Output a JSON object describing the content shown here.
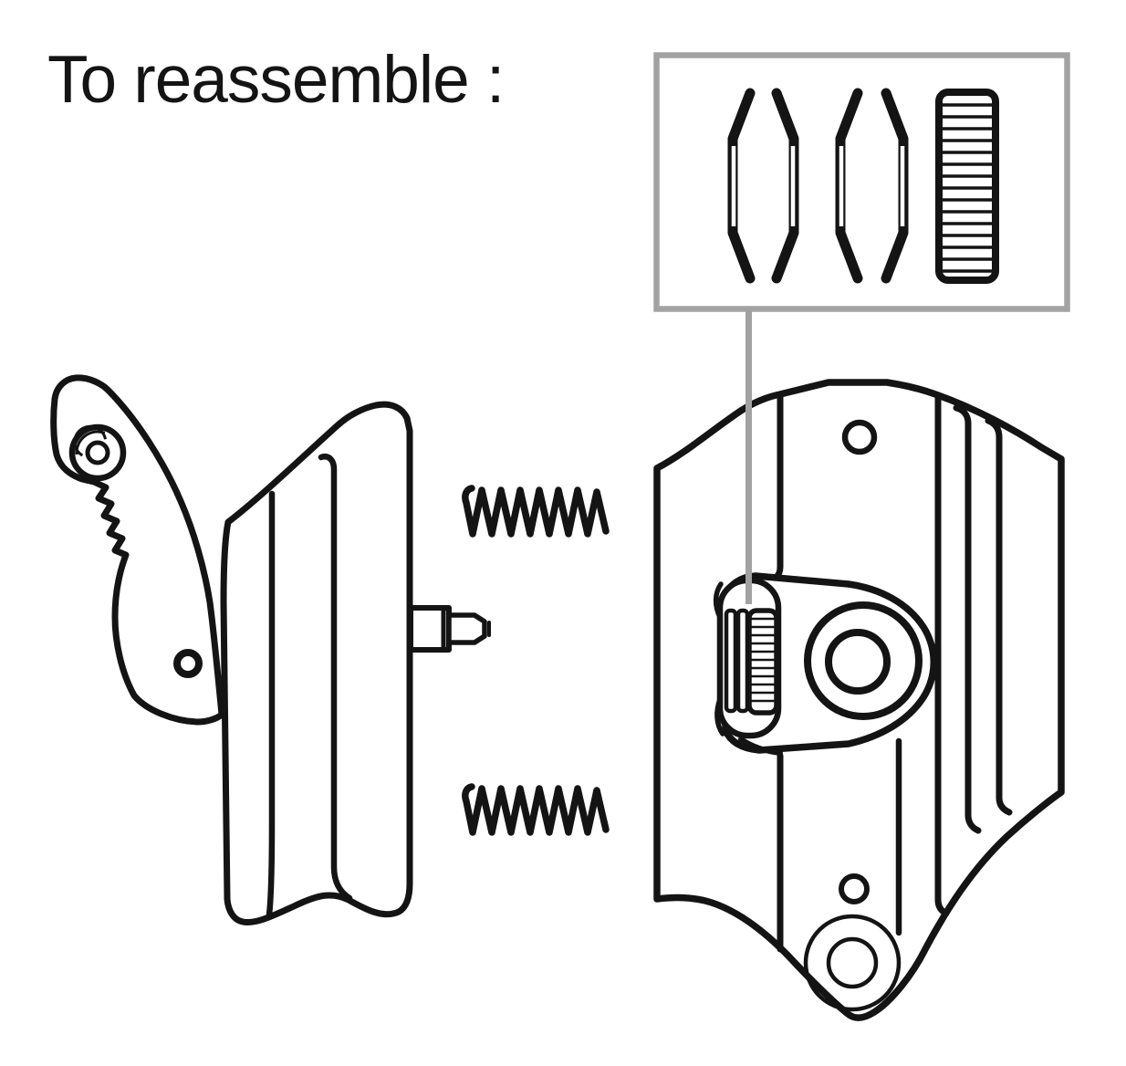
{
  "colors": {
    "background": "#ffffff",
    "line": "#141414",
    "gray": "#a2a2a2"
  },
  "title": {
    "text": "To reassemble :"
  },
  "inset": {
    "name": "parts-detail-inset",
    "parts": [
      "cone-washer",
      "cone-washer",
      "cone-washer",
      "cone-washer",
      "knurled-nut"
    ],
    "washer_count": 4
  },
  "diagram": {
    "left_assembly": [
      "cam-lever",
      "pivot-boss",
      "cam-teeth",
      "lever-hole",
      "clamp-body",
      "threaded-stud"
    ],
    "springs": [
      "coil-spring-upper",
      "coil-spring-lower"
    ],
    "right_assembly": [
      "mount-base",
      "washer-stack",
      "knurled-thumbwheel",
      "pivot-lobe",
      "pivot-ring",
      "top-hole",
      "bottom-hole",
      "base-boss"
    ]
  }
}
